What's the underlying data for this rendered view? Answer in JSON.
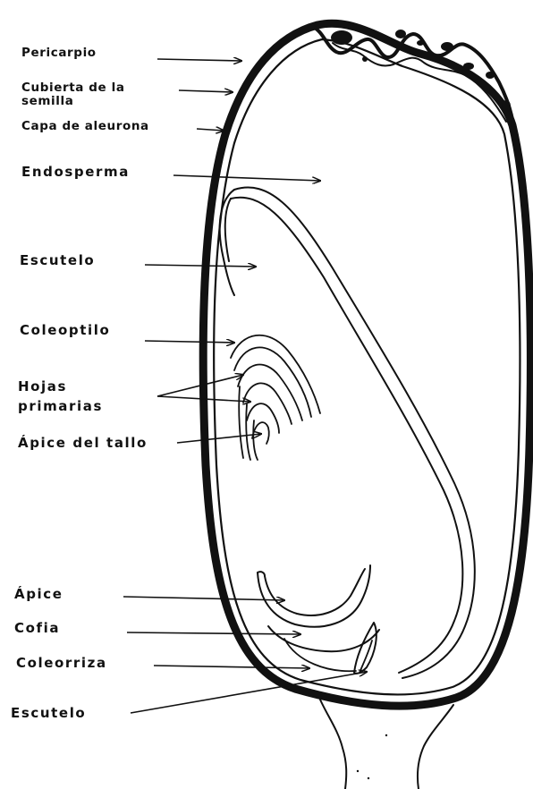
{
  "labels": {
    "pericarp": "Pericarpio",
    "seed_coat_line1": "Cubierta de la",
    "seed_coat_line2": "semilla",
    "aleurone": "Capa de aleurona",
    "endosperm": "Endosperma",
    "scutellum_top": "Escutelo",
    "coleoptile": "Coleoptilo",
    "primary_leaves_line1": "Hojas",
    "primary_leaves_line2": "primarias",
    "shoot_apex": "Ápice del tallo",
    "root_apex": "Ápice",
    "root_cap": "Cofia",
    "coleorhiza": "Coleorriza",
    "scutellum_bottom": "Escutelo"
  },
  "colors": {
    "ink": "#111111",
    "background": "#ffffff"
  }
}
